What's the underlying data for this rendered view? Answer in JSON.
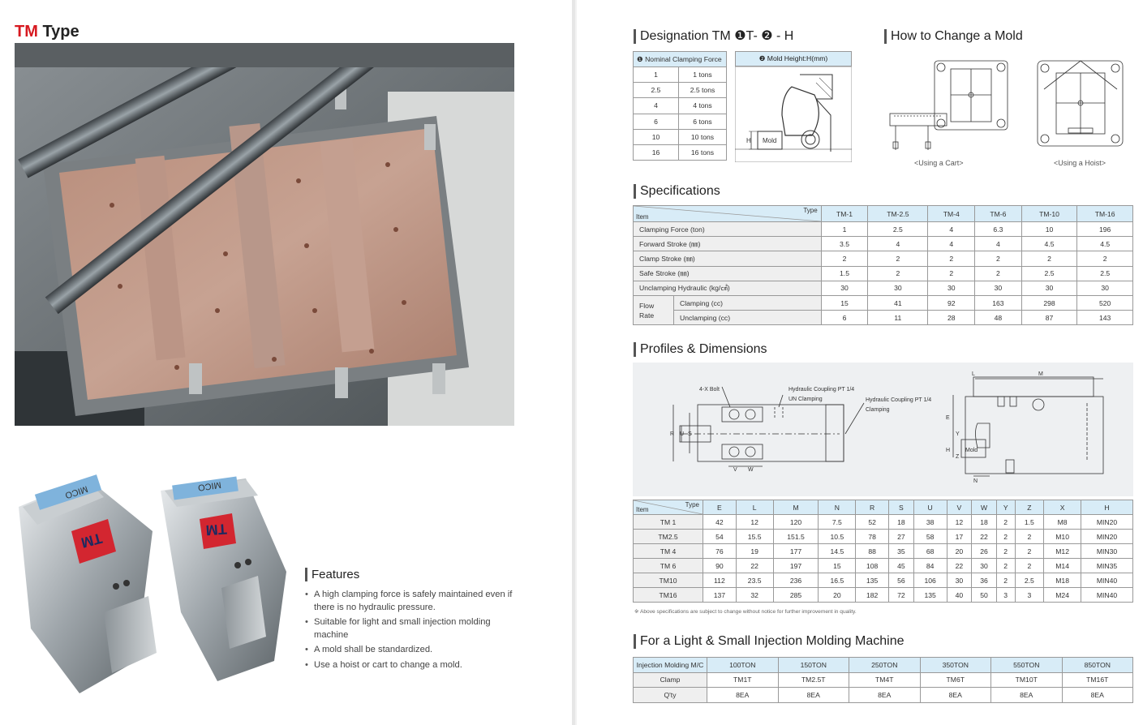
{
  "left": {
    "title_tm": "TM",
    "title_rest": " Type",
    "product_label": "TM",
    "product_brand": "MICO",
    "features_title": "Features",
    "features": [
      "A high clamping force is safely maintained even if there is no hydraulic pressure.",
      "Suitable for light and small injection molding machine",
      "A mold shall be standardized.",
      "Use a hoist or cart to change a mold."
    ]
  },
  "designation": {
    "title": "Designation TM ❶T- ❷ - H",
    "col1_head": "❶ Nominal Clamping Force",
    "col2_head": "❷ Mold Height:H(mm)",
    "rows": [
      [
        "1",
        "1 tons"
      ],
      [
        "2.5",
        "2.5 tons"
      ],
      [
        "4",
        "4 tons"
      ],
      [
        "6",
        "6 tons"
      ],
      [
        "10",
        "10 tons"
      ],
      [
        "16",
        "16 tons"
      ]
    ],
    "drawing_h": "H",
    "drawing_mold": "Mold"
  },
  "mold_change": {
    "title": "How to Change a Mold",
    "cart_caption": "<Using a Cart>",
    "hoist_caption": "<Using a Hoist>"
  },
  "specifications": {
    "title": "Specifications",
    "corner_type": "Type",
    "corner_item": "Item",
    "types": [
      "TM-1",
      "TM-2.5",
      "TM-4",
      "TM-6",
      "TM-10",
      "TM-16"
    ],
    "rows": [
      {
        "label": "Clamping Force (ton)",
        "values": [
          "1",
          "2.5",
          "4",
          "6.3",
          "10",
          "196"
        ]
      },
      {
        "label": "Forward Stroke (㎜)",
        "values": [
          "3.5",
          "4",
          "4",
          "4",
          "4.5",
          "4.5"
        ]
      },
      {
        "label": "Clamp Stroke (㎜)",
        "values": [
          "2",
          "2",
          "2",
          "2",
          "2",
          "2"
        ]
      },
      {
        "label": "Safe Stroke (㎜)",
        "values": [
          "1.5",
          "2",
          "2",
          "2",
          "2.5",
          "2.5"
        ]
      },
      {
        "label": "Unclamping Hydraulic (kg/㎠)",
        "values": [
          "30",
          "30",
          "30",
          "30",
          "30",
          "30"
        ]
      }
    ],
    "flow_label_1": "Flow",
    "flow_label_2": "Rate",
    "flow_rows": [
      {
        "label": "Clamping (cc)",
        "values": [
          "15",
          "41",
          "92",
          "163",
          "298",
          "520"
        ]
      },
      {
        "label": "Unclamping (cc)",
        "values": [
          "6",
          "11",
          "28",
          "48",
          "87",
          "143"
        ]
      }
    ]
  },
  "profiles": {
    "title": "Profiles & Dimensions",
    "diagram_labels": {
      "bolt": "4-X Bolt",
      "coupling_un": "Hydraulic Coupling PT 1/4",
      "un_clamping": "UN Clamping",
      "coupling_cl": "Hydraulic Coupling PT 1/4",
      "clamping": "Clamping",
      "R": "R",
      "U": "U",
      "S": "S",
      "V": "V",
      "W": "W",
      "L": "L",
      "M": "M",
      "E": "E",
      "Y": "Y",
      "H": "H",
      "Z": "Z",
      "N": "N",
      "mold": "Mold"
    },
    "corner_type": "Type",
    "corner_item": "Item",
    "columns": [
      "E",
      "L",
      "M",
      "N",
      "R",
      "S",
      "U",
      "V",
      "W",
      "Y",
      "Z",
      "X",
      "H"
    ],
    "rows": [
      {
        "label": "TM 1",
        "values": [
          "42",
          "12",
          "120",
          "7.5",
          "52",
          "18",
          "38",
          "12",
          "18",
          "2",
          "1.5",
          "M8",
          "MIN20"
        ]
      },
      {
        "label": "TM2.5",
        "values": [
          "54",
          "15.5",
          "151.5",
          "10.5",
          "78",
          "27",
          "58",
          "17",
          "22",
          "2",
          "2",
          "M10",
          "MIN20"
        ]
      },
      {
        "label": "TM 4",
        "values": [
          "76",
          "19",
          "177",
          "14.5",
          "88",
          "35",
          "68",
          "20",
          "26",
          "2",
          "2",
          "M12",
          "MIN30"
        ]
      },
      {
        "label": "TM 6",
        "values": [
          "90",
          "22",
          "197",
          "15",
          "108",
          "45",
          "84",
          "22",
          "30",
          "2",
          "2",
          "M14",
          "MIN35"
        ]
      },
      {
        "label": "TM10",
        "values": [
          "112",
          "23.5",
          "236",
          "16.5",
          "135",
          "56",
          "106",
          "30",
          "36",
          "2",
          "2.5",
          "M18",
          "MIN40"
        ]
      },
      {
        "label": "TM16",
        "values": [
          "137",
          "32",
          "285",
          "20",
          "182",
          "72",
          "135",
          "40",
          "50",
          "3",
          "3",
          "M24",
          "MIN40"
        ]
      }
    ],
    "note": "※ Above specifications are subject to change without notice for further improvement in quality."
  },
  "injection": {
    "title": "For a Light & Small Injection Molding Machine",
    "head_label": "Injection Molding M/C",
    "machines": [
      "100TON",
      "150TON",
      "250TON",
      "350TON",
      "550TON",
      "850TON"
    ],
    "clamp_label": "Clamp",
    "clamps": [
      "TM1T",
      "TM2.5T",
      "TM4T",
      "TM6T",
      "TM10T",
      "TM16T"
    ],
    "qty_label": "Q'ty",
    "qtys": [
      "8EA",
      "8EA",
      "8EA",
      "8EA",
      "8EA",
      "8EA"
    ]
  }
}
